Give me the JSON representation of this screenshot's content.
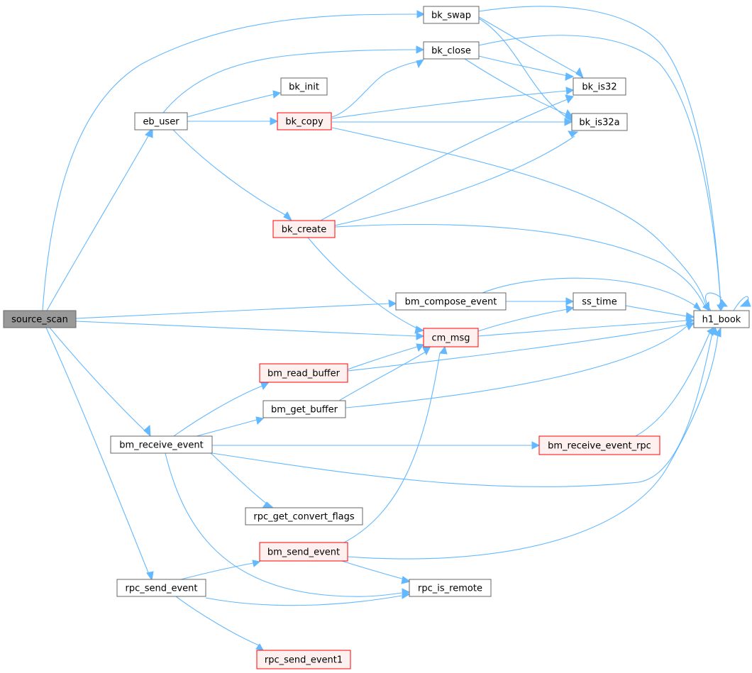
{
  "colors": {
    "edge": "#63b8ff",
    "node_border": "#666666",
    "node_fill": "#ffffff",
    "highlight_border": "#ff0000",
    "highlight_fill": "#fff0f0",
    "root_fill": "#999999"
  },
  "nodes": {
    "source_scan": {
      "label": "source_scan",
      "style": "root"
    },
    "bk_swap": {
      "label": "bk_swap",
      "style": "normal"
    },
    "bk_close": {
      "label": "bk_close",
      "style": "normal"
    },
    "bk_init": {
      "label": "bk_init",
      "style": "normal"
    },
    "eb_user": {
      "label": "eb_user",
      "style": "normal"
    },
    "bk_copy": {
      "label": "bk_copy",
      "style": "highlight"
    },
    "bk_is32": {
      "label": "bk_is32",
      "style": "normal"
    },
    "bk_is32a": {
      "label": "bk_is32a",
      "style": "normal"
    },
    "bk_create": {
      "label": "bk_create",
      "style": "highlight"
    },
    "bm_compose_event": {
      "label": "bm_compose_event",
      "style": "normal"
    },
    "ss_time": {
      "label": "ss_time",
      "style": "normal"
    },
    "h1_book": {
      "label": "h1_book",
      "style": "normal"
    },
    "cm_msg": {
      "label": "cm_msg",
      "style": "highlight"
    },
    "bm_read_buffer": {
      "label": "bm_read_buffer",
      "style": "highlight"
    },
    "bm_get_buffer": {
      "label": "bm_get_buffer",
      "style": "normal"
    },
    "bm_receive_event": {
      "label": "bm_receive_event",
      "style": "normal"
    },
    "bm_receive_event_rpc": {
      "label": "bm_receive_event_rpc",
      "style": "highlight"
    },
    "rpc_get_convert_flags": {
      "label": "rpc_get_convert_flags",
      "style": "normal"
    },
    "bm_send_event": {
      "label": "bm_send_event",
      "style": "highlight"
    },
    "rpc_send_event": {
      "label": "rpc_send_event",
      "style": "normal"
    },
    "rpc_is_remote": {
      "label": "rpc_is_remote",
      "style": "normal"
    },
    "rpc_send_event1": {
      "label": "rpc_send_event1",
      "style": "highlight"
    }
  },
  "edges": [
    [
      "source_scan",
      "bk_swap"
    ],
    [
      "source_scan",
      "eb_user"
    ],
    [
      "source_scan",
      "bm_compose_event"
    ],
    [
      "source_scan",
      "cm_msg"
    ],
    [
      "source_scan",
      "bm_receive_event"
    ],
    [
      "source_scan",
      "rpc_send_event"
    ],
    [
      "eb_user",
      "bk_close"
    ],
    [
      "eb_user",
      "bk_init"
    ],
    [
      "eb_user",
      "bk_copy"
    ],
    [
      "eb_user",
      "bk_create"
    ],
    [
      "bk_swap",
      "bk_is32"
    ],
    [
      "bk_swap",
      "bk_is32a"
    ],
    [
      "bk_swap",
      "h1_book"
    ],
    [
      "bk_close",
      "bk_is32"
    ],
    [
      "bk_close",
      "bk_is32a"
    ],
    [
      "bk_close",
      "h1_book"
    ],
    [
      "bk_copy",
      "bk_close"
    ],
    [
      "bk_copy",
      "bk_is32"
    ],
    [
      "bk_copy",
      "bk_is32a"
    ],
    [
      "bk_copy",
      "h1_book"
    ],
    [
      "bk_create",
      "bk_is32"
    ],
    [
      "bk_create",
      "bk_is32a"
    ],
    [
      "bk_create",
      "h1_book"
    ],
    [
      "bk_create",
      "cm_msg"
    ],
    [
      "bm_compose_event",
      "ss_time"
    ],
    [
      "bm_compose_event",
      "h1_book"
    ],
    [
      "ss_time",
      "h1_book"
    ],
    [
      "cm_msg",
      "ss_time"
    ],
    [
      "cm_msg",
      "h1_book"
    ],
    [
      "h1_book",
      "h1_book"
    ],
    [
      "bm_read_buffer",
      "cm_msg"
    ],
    [
      "bm_read_buffer",
      "h1_book"
    ],
    [
      "bm_get_buffer",
      "cm_msg"
    ],
    [
      "bm_get_buffer",
      "h1_book"
    ],
    [
      "bm_receive_event",
      "bm_read_buffer"
    ],
    [
      "bm_receive_event",
      "bm_get_buffer"
    ],
    [
      "bm_receive_event",
      "bm_receive_event_rpc"
    ],
    [
      "bm_receive_event",
      "h1_book"
    ],
    [
      "bm_receive_event",
      "rpc_get_convert_flags"
    ],
    [
      "bm_receive_event",
      "rpc_is_remote"
    ],
    [
      "bm_receive_event_rpc",
      "h1_book"
    ],
    [
      "bm_send_event",
      "cm_msg"
    ],
    [
      "bm_send_event",
      "h1_book"
    ],
    [
      "bm_send_event",
      "rpc_is_remote"
    ],
    [
      "rpc_send_event",
      "bm_send_event"
    ],
    [
      "rpc_send_event",
      "rpc_is_remote"
    ],
    [
      "rpc_send_event",
      "rpc_send_event1"
    ]
  ]
}
